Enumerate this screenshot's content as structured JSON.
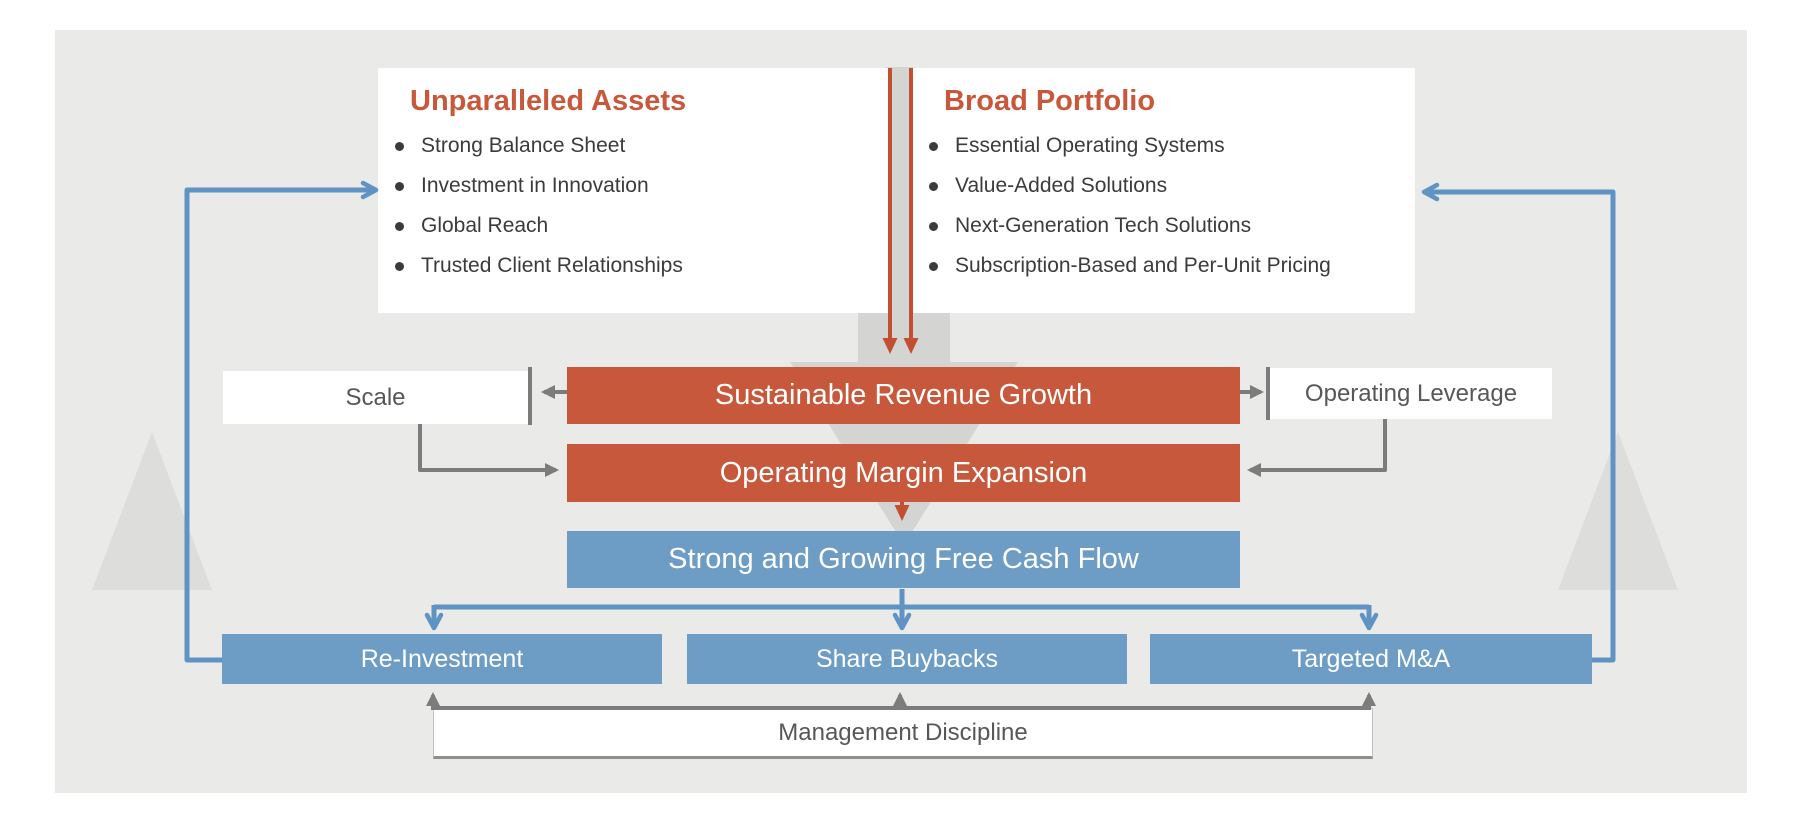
{
  "diagram": {
    "top_boxes": [
      {
        "title": "Unparalleled Assets",
        "bullets": [
          "Strong Balance Sheet",
          "Investment in Innovation",
          "Global Reach",
          "Trusted Client Relationships"
        ]
      },
      {
        "title": "Broad Portfolio",
        "bullets": [
          "Essential Operating Systems",
          "Value-Added Solutions",
          "Next-Generation Tech Solutions",
          "Subscription-Based and Per-Unit Pricing"
        ]
      }
    ],
    "side_labels": {
      "left": "Scale",
      "right": "Operating Leverage"
    },
    "flow_bars": [
      {
        "label": "Sustainable Revenue Growth"
      },
      {
        "label": "Operating Margin Expansion"
      },
      {
        "label": "Strong and Growing Free Cash Flow"
      }
    ],
    "allocation_boxes": [
      "Re-Investment",
      "Share Buybacks",
      "Targeted M&A"
    ],
    "management_label": "Management Discipline",
    "colors": {
      "accent_orange": "#C7583B",
      "accent_blue": "#6D9CC5",
      "loop_blue": "#5F93C3",
      "connector_gray": "#7C7C7C",
      "feed_red": "#C24F2F",
      "panel_gray": "#EAEAE9",
      "funnel_gray": "#D4D4D3",
      "triangle_gray": "#DDDDDC"
    }
  }
}
